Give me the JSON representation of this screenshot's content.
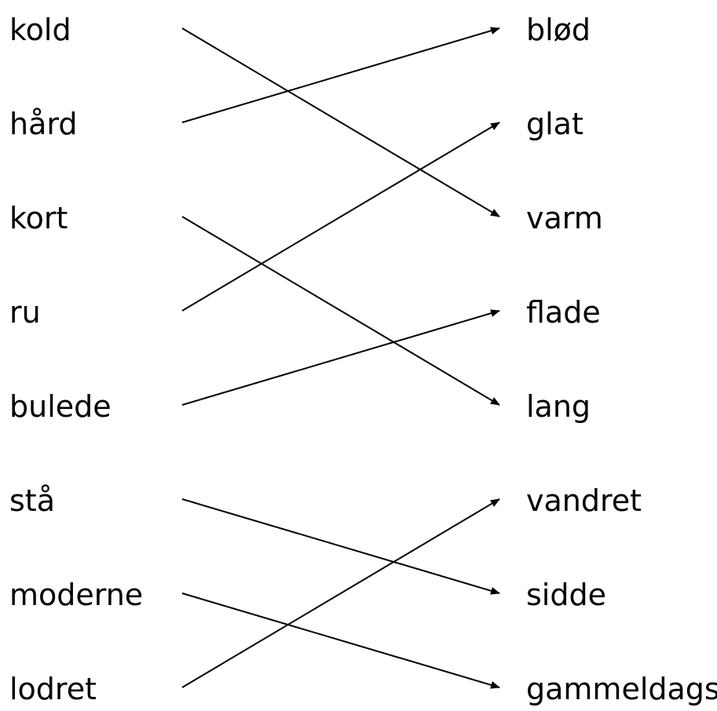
{
  "diagram": {
    "left_words": [
      "kold",
      "hård",
      "kort",
      "ru",
      "bulede",
      "stå",
      "moderne",
      "lodret"
    ],
    "right_words": [
      "blød",
      "glat",
      "varm",
      "flade",
      "lang",
      "vandret",
      "sidde",
      "gammeldags"
    ],
    "connections": [
      {
        "from": "kold",
        "to": "varm"
      },
      {
        "from": "hård",
        "to": "blød"
      },
      {
        "from": "kort",
        "to": "lang"
      },
      {
        "from": "ru",
        "to": "glat"
      },
      {
        "from": "bulede",
        "to": "flade"
      },
      {
        "from": "stå",
        "to": "sidde"
      },
      {
        "from": "moderne",
        "to": "gammeldags"
      },
      {
        "from": "lodret",
        "to": "vandret"
      }
    ],
    "line_color": "#000000",
    "text_color": "#000000"
  }
}
